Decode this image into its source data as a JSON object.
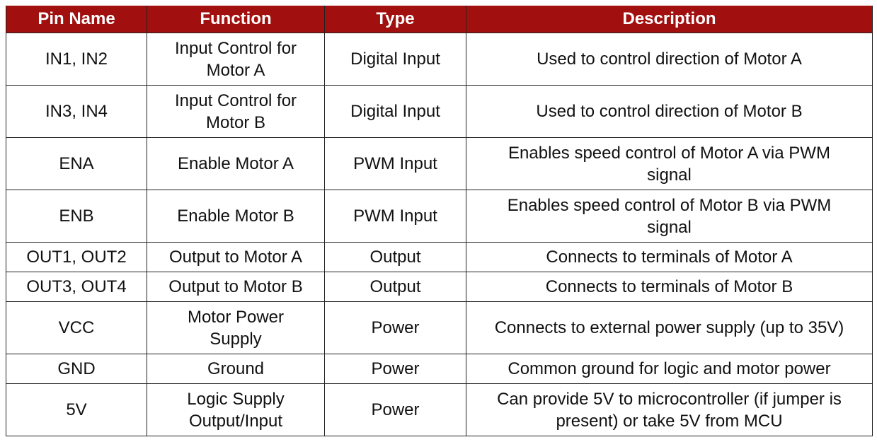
{
  "table": {
    "headers": [
      "Pin Name",
      "Function",
      "Type",
      "Description"
    ],
    "rows": [
      [
        "IN1, IN2",
        "Input Control for\nMotor A",
        "Digital Input",
        "Used to control direction of Motor A"
      ],
      [
        "IN3, IN4",
        "Input Control for\nMotor B",
        "Digital Input",
        "Used to control direction of Motor B"
      ],
      [
        "ENA",
        "Enable Motor A",
        "PWM Input",
        "Enables speed control of Motor A via PWM\nsignal"
      ],
      [
        "ENB",
        "Enable Motor B",
        "PWM Input",
        "Enables speed control of Motor B via PWM\nsignal"
      ],
      [
        "OUT1, OUT2",
        "Output to Motor A",
        "Output",
        "Connects to terminals of Motor A"
      ],
      [
        "OUT3, OUT4",
        "Output to Motor B",
        "Output",
        "Connects to terminals of Motor B"
      ],
      [
        "VCC",
        "Motor Power\nSupply",
        "Power",
        "Connects to external power supply (up to 35V)"
      ],
      [
        "GND",
        "Ground",
        "Power",
        "Common ground for logic and motor power"
      ],
      [
        "5V",
        "Logic Supply\nOutput/Input",
        "Power",
        "Can provide 5V to microcontroller (if jumper is\npresent) or take 5V from MCU"
      ]
    ]
  },
  "colors": {
    "header_background": "#a10f0f",
    "header_text": "#ffffff",
    "border": "#222222"
  }
}
